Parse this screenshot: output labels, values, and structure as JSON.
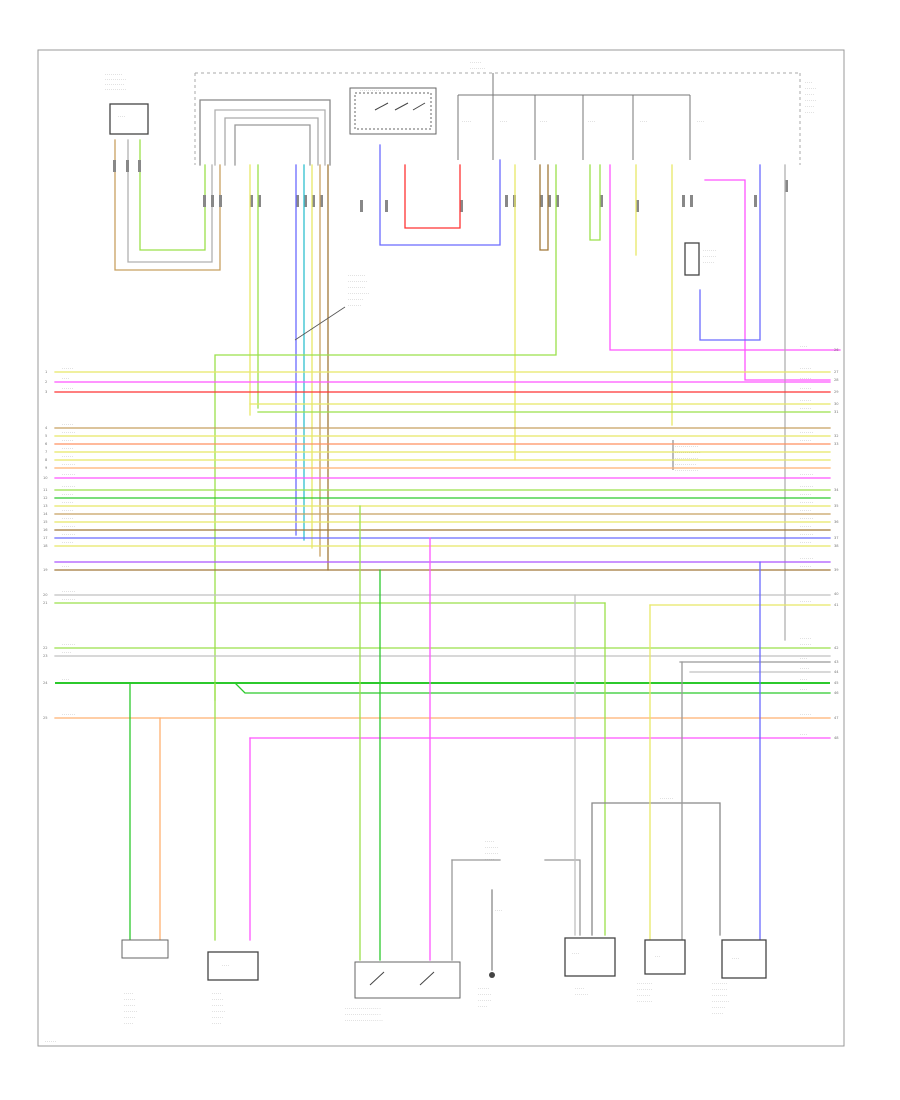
{
  "colors": {
    "frame": "#999999",
    "yellow": "#e8e866",
    "lightgreen": "#9be04a",
    "green": "#2cc92c",
    "pink": "#ff55ff",
    "violet": "#aa55ff",
    "blue": "#6a6aff",
    "red": "#ff3333",
    "tan": "#c8a060",
    "brown": "#a07838",
    "orange": "#ffb070",
    "gray": "#b0b0b0",
    "lightblue": "#7ab4ff",
    "cyan": "#30c0d0"
  },
  "diagram": {
    "page_ref": "",
    "components": [
      {
        "id": "c1",
        "label": ""
      },
      {
        "id": "c2",
        "label": ""
      },
      {
        "id": "c3",
        "label": ""
      },
      {
        "id": "c4",
        "label": ""
      },
      {
        "id": "c5",
        "label": ""
      },
      {
        "id": "c6",
        "label": ""
      },
      {
        "id": "c7",
        "label": ""
      },
      {
        "id": "c8",
        "label": ""
      },
      {
        "id": "c9",
        "label": ""
      },
      {
        "id": "c10",
        "label": ""
      }
    ],
    "bottom_captions": [
      "",
      "",
      "",
      "",
      "",
      "",
      ""
    ]
  }
}
